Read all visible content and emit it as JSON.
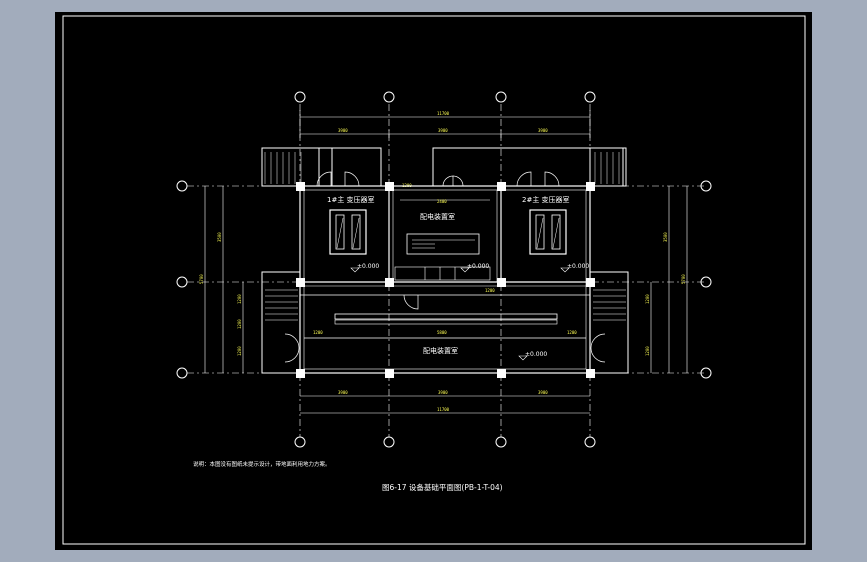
{
  "drawing": {
    "rooms": {
      "transformer_1": "1#主 变压器室",
      "transformer_2": "2#主 变压器室",
      "switchgear_upper": "配电装置室",
      "switchgear_lower": "配电装置室"
    },
    "elevations": {
      "e1": "±0.000",
      "e2": "±0.000",
      "e3": "±0.000",
      "e4": "±0.000"
    },
    "note": "说明：本图没有图纸未提示设计，带地面利用地力方案。",
    "caption": "图6-17 设备基础平面图(PB-1-T-04)",
    "dimensions": {
      "overall_top": "11700",
      "overall_bottom": "11700",
      "bay_1": "3900",
      "bay_2": "3900",
      "bay_3": "3900",
      "bay_1b": "3900",
      "bay_2b": "3900",
      "bay_3b": "3900",
      "inner": "2400",
      "corridor": "5800",
      "side_total": "5700",
      "side_upper": "3500",
      "side_mid": "1200",
      "side_low": "1200",
      "side_corr": "1200",
      "right_total": "5700",
      "right_upper": "3500",
      "right_mid": "1200",
      "right_low": "1200",
      "small_a": "1200",
      "small_b": "1200",
      "small_c": "1200",
      "opening": "1200"
    }
  },
  "colors": {
    "background": "#a2acbc",
    "sheet": "#000000",
    "line": "#ffffff",
    "dimension": "#ffff55"
  }
}
